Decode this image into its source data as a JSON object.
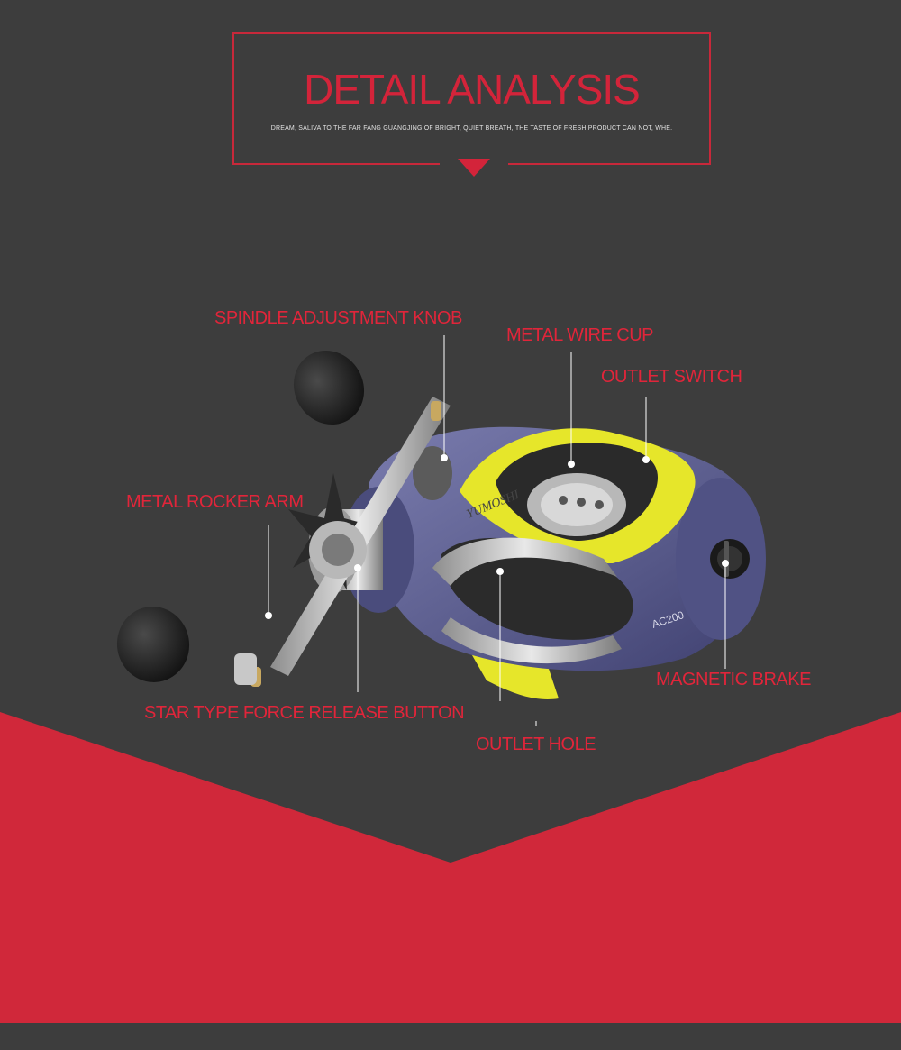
{
  "header": {
    "title": "DETAIL ANALYSIS",
    "subtitle": "DREAM, SALIVA TO THE FAR FANG GUANGJING OF BRIGHT, QUIET BREATH, THE TASTE OF FRESH PRODUCT CAN NOT, WHE."
  },
  "labels": {
    "spindle_knob": "SPINDLE ADJUSTMENT KNOB",
    "wire_cup": "METAL WIRE CUP",
    "outlet_switch": "OUTLET SWITCH",
    "rocker_arm": "METAL ROCKER ARM",
    "magnetic_brake": "MAGNETIC BRAKE",
    "star_button": "STAR TYPE FORCE RELEASE BUTTON",
    "outlet_hole": "OUTLET HOLE"
  },
  "product": {
    "brand": "YUMOSHI",
    "model": "AC200"
  },
  "colors": {
    "accent_red": "#d3243a",
    "background": "#3d3d3d",
    "reel_body": "#5a5c8c",
    "reel_yellow": "#e6e62a"
  }
}
